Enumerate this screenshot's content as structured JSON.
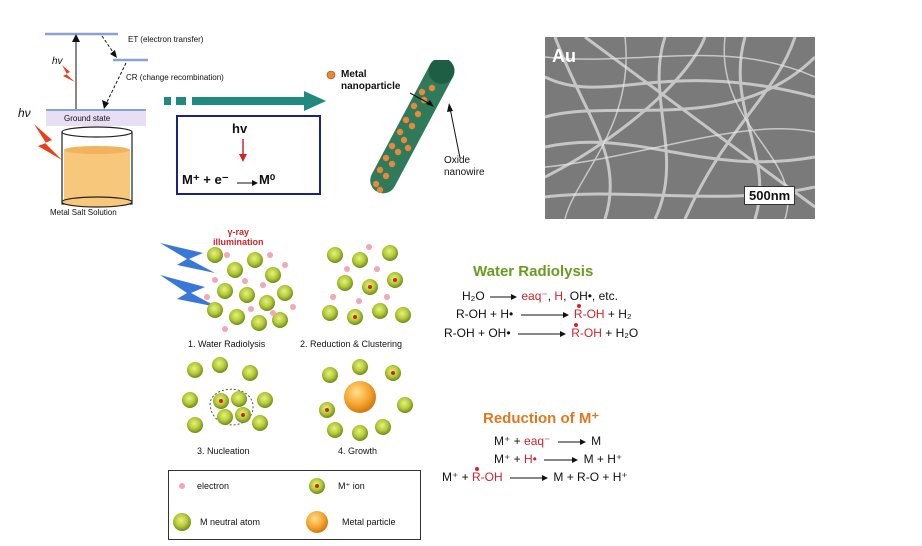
{
  "energy": {
    "hv_upper": "hv",
    "hv_lower": "hν",
    "et_label": "ET (electron transfer)",
    "cr_label": "CR (change recombination)",
    "ground_state": "Ground state",
    "solution_label": "Metal Salt Solution"
  },
  "reaction_box": {
    "hv": "hv",
    "equation_left": "M⁺ + e⁻",
    "equation_right": "M⁰"
  },
  "nanowire": {
    "metal_nanoparticle": [
      "Metal",
      "nanoparticle"
    ],
    "oxide_nanowire": [
      "Oxide",
      "nanowire"
    ]
  },
  "sem": {
    "element": "Au",
    "scale_bar": "500nm"
  },
  "steps": {
    "gamma_label": [
      "γ-ray",
      "illumination"
    ],
    "step1": "1. Water Radiolysis",
    "step2": "2. Reduction & Clustering",
    "step3": "3. Nucleation",
    "step4": "4. Growth"
  },
  "legend": {
    "electron": "electron",
    "m_ion": "M⁺ ion",
    "m_neutral": "M neutral atom",
    "metal_particle": "Metal particle"
  },
  "water_radiolysis": {
    "title": "Water Radiolysis",
    "eq1": {
      "left": "H₂O",
      "r1": "eaq⁻",
      "r2": "H",
      "rest": ", OH•, etc."
    },
    "eq2": {
      "left": "R-OH + H•",
      "right_red": "R-OH",
      "right_rest": " + H₂"
    },
    "eq3": {
      "left": "R-OH + OH•",
      "right_red": "R-OH",
      "right_rest": " + H₂O"
    }
  },
  "reduction": {
    "title": "Reduction of M⁺",
    "eq1": {
      "left": "M⁺ + ",
      "red": "eaq⁻",
      "right": "M"
    },
    "eq2": {
      "left": "M⁺ + ",
      "red": "H•",
      "right": "M + H⁺"
    },
    "eq3": {
      "left": "M⁺ + ",
      "red": "R-OH",
      "right": "M + R-O + H⁺"
    }
  },
  "colors": {
    "green_title": "#6a9a1f",
    "orange_title": "#e07820",
    "teal_arrow": "#1f8a80",
    "nanowire": "#2e7a5a",
    "particle": "#e8883a",
    "red": "#d0242a",
    "navy_box": "#1a237e"
  }
}
